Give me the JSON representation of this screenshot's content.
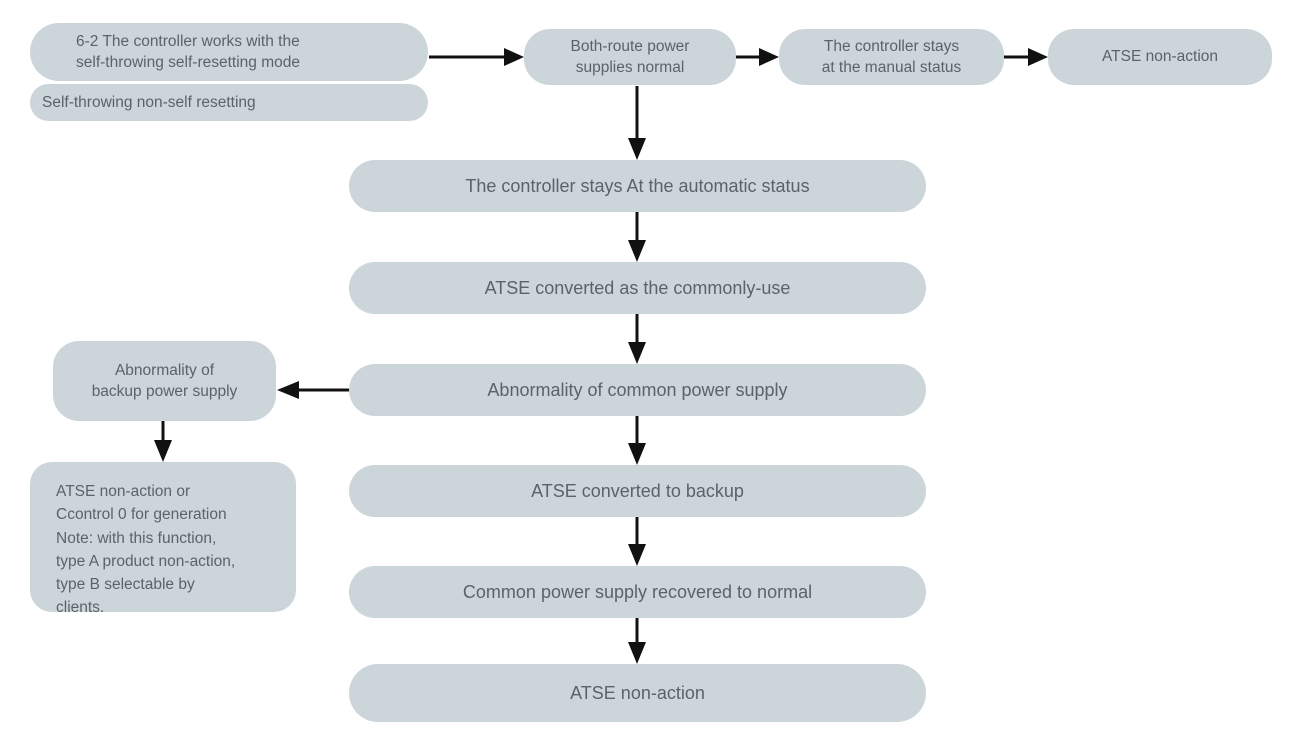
{
  "diagram": {
    "title": "6-2 The controller works with the self-throwing self-resetting mode",
    "type": "flowchart",
    "theme": {
      "node_fill": "#ccd5da",
      "node_text": "#5b6368",
      "arrow_color": "#111111",
      "background": "#ffffff"
    },
    "nodes": [
      {
        "id": "mode-title",
        "label": "6-2 The controller works with the\nself-throwing self-resetting mode"
      },
      {
        "id": "mode-sub",
        "label": "Self-throwing non-self resetting"
      },
      {
        "id": "both-route-normal",
        "label": "Both-route power\nsupplies normal"
      },
      {
        "id": "manual-status",
        "label": "The controller stays\nat the manual status"
      },
      {
        "id": "atse-non-action-top",
        "label": "ATSE non-action"
      },
      {
        "id": "automatic-status",
        "label": "The controller stays At the automatic status"
      },
      {
        "id": "converted-commonly-use",
        "label": "ATSE converted as the commonly-use"
      },
      {
        "id": "abnormality-common",
        "label": "Abnormality of common power supply"
      },
      {
        "id": "converted-backup",
        "label": "ATSE converted to backup"
      },
      {
        "id": "common-recovered",
        "label": "Common power supply recovered to normal"
      },
      {
        "id": "atse-non-action-bottom",
        "label": "ATSE non-action"
      },
      {
        "id": "abnormality-backup",
        "label": "Abnormality of\nbackup power supply"
      },
      {
        "id": "note-box",
        "label": "ATSE non-action or\nCcontrol 0 for generation\nNote: with this function,\ntype A product non-action,\ntype B selectable by\nclients."
      }
    ],
    "edges": [
      {
        "from": "mode-title",
        "to": "both-route-normal",
        "direction": "right"
      },
      {
        "from": "both-route-normal",
        "to": "manual-status",
        "direction": "right"
      },
      {
        "from": "manual-status",
        "to": "atse-non-action-top",
        "direction": "right"
      },
      {
        "from": "both-route-normal",
        "to": "automatic-status",
        "direction": "down"
      },
      {
        "from": "automatic-status",
        "to": "converted-commonly-use",
        "direction": "down"
      },
      {
        "from": "converted-commonly-use",
        "to": "abnormality-common",
        "direction": "down"
      },
      {
        "from": "abnormality-common",
        "to": "abnormality-backup",
        "direction": "left"
      },
      {
        "from": "abnormality-common",
        "to": "converted-backup",
        "direction": "down"
      },
      {
        "from": "converted-backup",
        "to": "common-recovered",
        "direction": "down"
      },
      {
        "from": "common-recovered",
        "to": "atse-non-action-bottom",
        "direction": "down"
      },
      {
        "from": "abnormality-backup",
        "to": "note-box",
        "direction": "down"
      }
    ]
  }
}
